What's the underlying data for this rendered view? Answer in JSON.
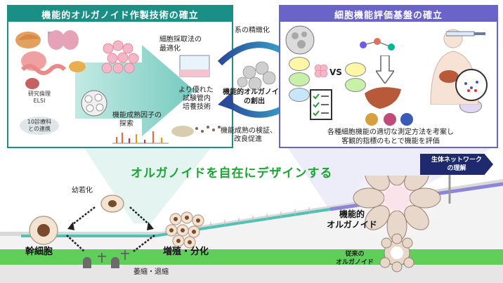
{
  "left_panel": {
    "title": "機能的オルガノイド作製技術の確立",
    "cell_collection_line1": "細胞採取法の",
    "cell_collection_line2": "最適化",
    "culture_line1": "より優れた",
    "culture_line2": "試験管内",
    "culture_line3": "培養技術",
    "maturation_line1": "機能成熟因子の",
    "maturation_line2": "探索",
    "ethics_line1": "研究倫理",
    "ethics_line2": "ELSI",
    "clinic_line1": "10診療科",
    "clinic_line2": "との連携"
  },
  "right_panel": {
    "title": "細胞機能評価基盤の確立",
    "vs_label": "VS",
    "desc_line1": "各種細胞機能の適切な測定方法を考案し",
    "desc_line2": "客観的指標のもとで機能を評価"
  },
  "cycle": {
    "refine_label": "系の精緻化",
    "center_line1": "機能的オルガノイド",
    "center_line2": "の創出",
    "verify_line1": "機能成熟の検証、",
    "verify_line2": "改良促進"
  },
  "slogan": "オルガノイドを自在にデザインする",
  "network_tag_line1": "生体ネットワーク",
  "network_tag_line2": "の理解",
  "bottom": {
    "stem_cell": "幹細胞",
    "rejuvenation": "幼若化",
    "proliferation": "増殖・分化",
    "atrophy": "萎縮・退縮",
    "functional_line1": "機能的",
    "functional_line2": "オルガノイド",
    "conventional_line1": "従来の",
    "conventional_line2": "オルガノイド"
  },
  "colors": {
    "teal": "#1a8f86",
    "purple": "#6a63c9",
    "slogan_green": "#1aa535",
    "navy": "#1f2a6e",
    "ground_green": "#5fcf5a"
  }
}
